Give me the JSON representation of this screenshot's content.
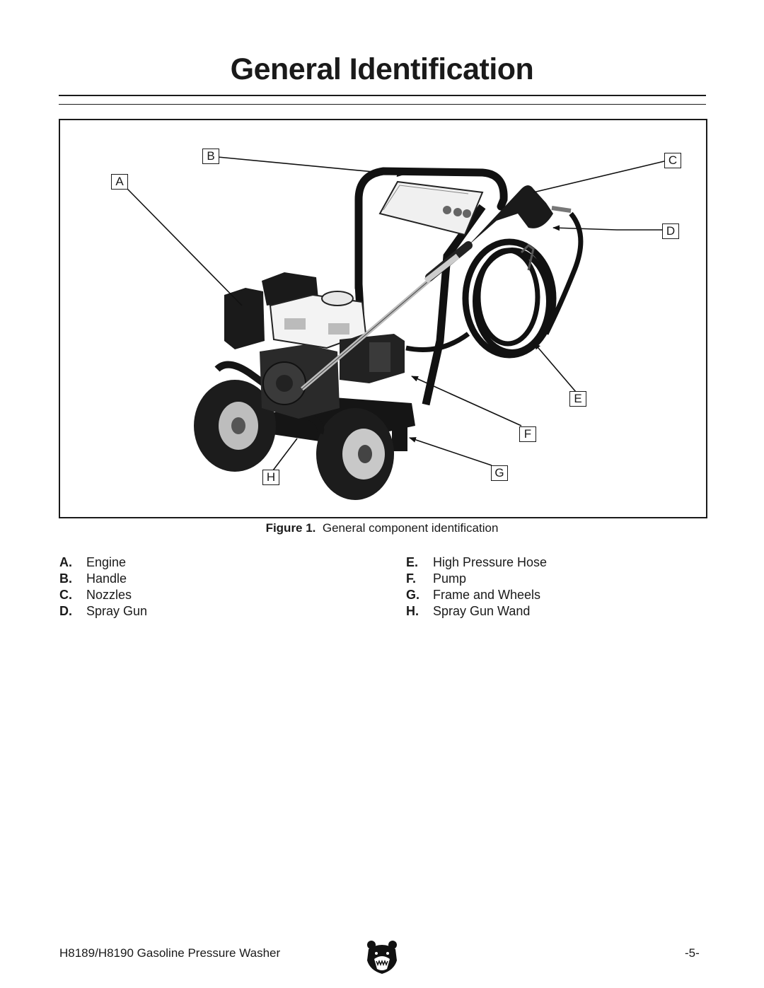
{
  "page": {
    "title": "General Identification"
  },
  "figure": {
    "callouts": [
      "A",
      "B",
      "C",
      "D",
      "E",
      "F",
      "G",
      "H"
    ],
    "caption_label": "Figure 1.",
    "caption_text": "General component identification"
  },
  "legend": {
    "left": [
      {
        "key": "A.",
        "label": "Engine"
      },
      {
        "key": "B.",
        "label": "Handle"
      },
      {
        "key": "C.",
        "label": "Nozzles"
      },
      {
        "key": "D.",
        "label": "Spray Gun"
      }
    ],
    "right": [
      {
        "key": "E.",
        "label": "High Pressure Hose"
      },
      {
        "key": "F.",
        "label": "Pump"
      },
      {
        "key": "G.",
        "label": "Frame and Wheels"
      },
      {
        "key": "H.",
        "label": "Spray Gun Wand"
      }
    ]
  },
  "footer": {
    "product": "H8189/H8190 Gasoline Pressure Washer",
    "page_number": "-5-",
    "logo_icon": "bear-head-logo-icon"
  }
}
